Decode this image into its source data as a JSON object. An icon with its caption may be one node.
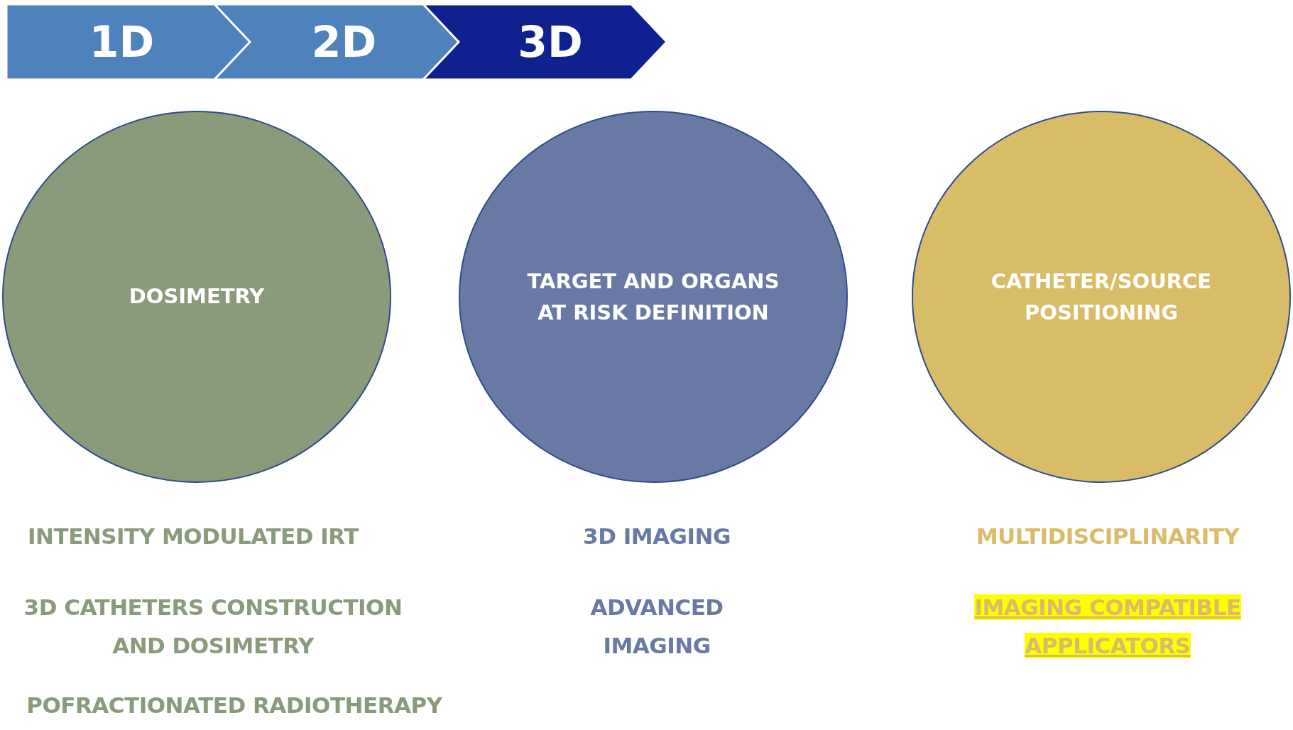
{
  "diagram": {
    "nodes": [
      {
        "text": [
          "1D"
        ]
      },
      {
        "text": [
          "2D"
        ]
      },
      {
        "text": [
          "3D"
        ]
      },
      {
        "text": [
          "DOSIMETRY"
        ]
      },
      {
        "text": [
          "TARGET AND ORGANS AT RISK DEFINITION"
        ]
      },
      {
        "text": [
          "CATHETER/SOURCE POSITIONING"
        ]
      }
    ],
    "edges": [],
    "labels": [
      "INTENSITY MODULATED IRT",
      "3D IMAGING",
      "MULTIDISCIPLINARITY",
      "3D CATHETERS CONSTRUCTION AND DOSIMETRY",
      "ADVANCED IMAGING",
      "IMAGING COMPATIBLE APPLICATORS",
      "POFRACTIONATED RADIOTHERAPY"
    ]
  }
}
